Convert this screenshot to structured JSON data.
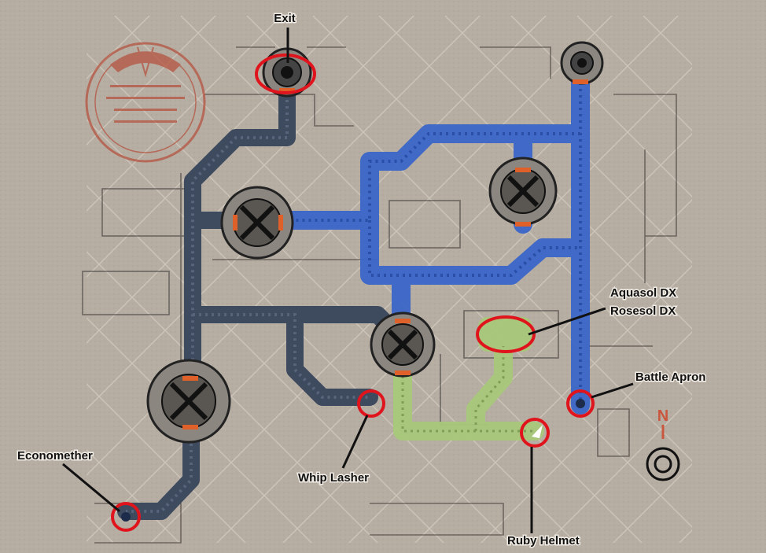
{
  "map": {
    "labels": {
      "exit": "Exit",
      "aquasol": "Aquasol DX",
      "rosesol": "Rosesol DX",
      "battle_apron": "Battle Apron",
      "economether": "Economether",
      "whip_lasher": "Whip Lasher",
      "ruby_helmet": "Ruby Helmet"
    },
    "compass": {
      "north_letter": "N"
    },
    "colors": {
      "background": "#b6ada3",
      "pipe_dark": "#3e4a5e",
      "pipe_blue": "#3b66c9",
      "pipe_green": "#a8c97a",
      "marker_ring": "#e0141c",
      "valve_orange": "#e0602a",
      "stamp_red": "#b5533f"
    },
    "icons": [
      "exit-marker-icon",
      "treasure-marker-icon",
      "compass-icon",
      "stamp-seal-icon"
    ]
  }
}
